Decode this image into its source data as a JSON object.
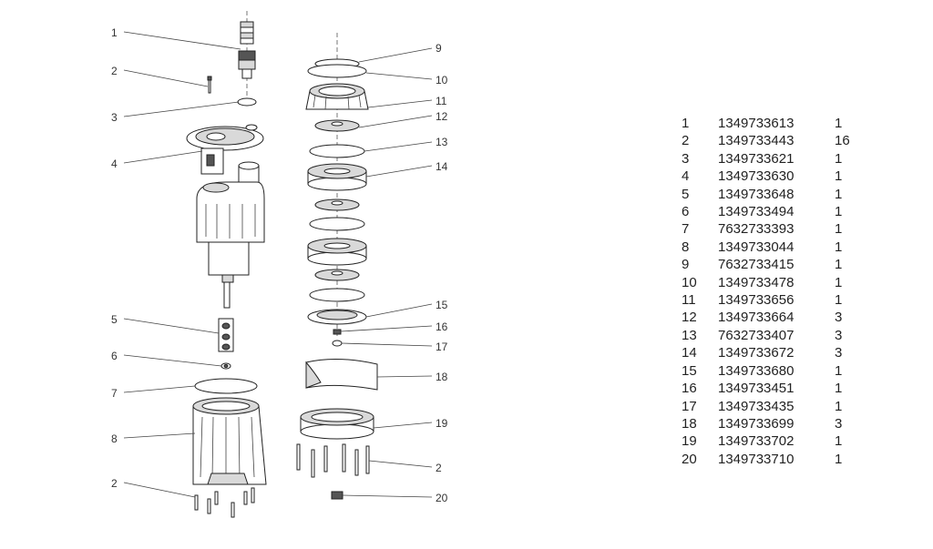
{
  "callouts": {
    "left": [
      "1",
      "2",
      "3",
      "4",
      "5",
      "6",
      "7",
      "8",
      "2"
    ],
    "right": [
      "9",
      "10",
      "11",
      "12",
      "13",
      "14",
      "15",
      "16",
      "17",
      "18",
      "19",
      "2",
      "20"
    ]
  },
  "parts": [
    {
      "num": "1",
      "code": "1349733613",
      "qty": "1"
    },
    {
      "num": "2",
      "code": "1349733443",
      "qty": "16"
    },
    {
      "num": "3",
      "code": "1349733621",
      "qty": "1"
    },
    {
      "num": "4",
      "code": "1349733630",
      "qty": "1"
    },
    {
      "num": "5",
      "code": "1349733648",
      "qty": "1"
    },
    {
      "num": "6",
      "code": "1349733494",
      "qty": "1"
    },
    {
      "num": "7",
      "code": "7632733393",
      "qty": "1"
    },
    {
      "num": "8",
      "code": "1349733044",
      "qty": "1"
    },
    {
      "num": "9",
      "code": "7632733415",
      "qty": "1"
    },
    {
      "num": "10",
      "code": "1349733478",
      "qty": "1"
    },
    {
      "num": "11",
      "code": "1349733656",
      "qty": "1"
    },
    {
      "num": "12",
      "code": "1349733664",
      "qty": "3"
    },
    {
      "num": "13",
      "code": "7632733407",
      "qty": "3"
    },
    {
      "num": "14",
      "code": "1349733672",
      "qty": "3"
    },
    {
      "num": "15",
      "code": "1349733680",
      "qty": "1"
    },
    {
      "num": "16",
      "code": "1349733451",
      "qty": "1"
    },
    {
      "num": "17",
      "code": "1349733435",
      "qty": "1"
    },
    {
      "num": "18",
      "code": "1349733699",
      "qty": "3"
    },
    {
      "num": "19",
      "code": "1349733702",
      "qty": "1"
    },
    {
      "num": "20",
      "code": "1349733710",
      "qty": "1"
    }
  ]
}
